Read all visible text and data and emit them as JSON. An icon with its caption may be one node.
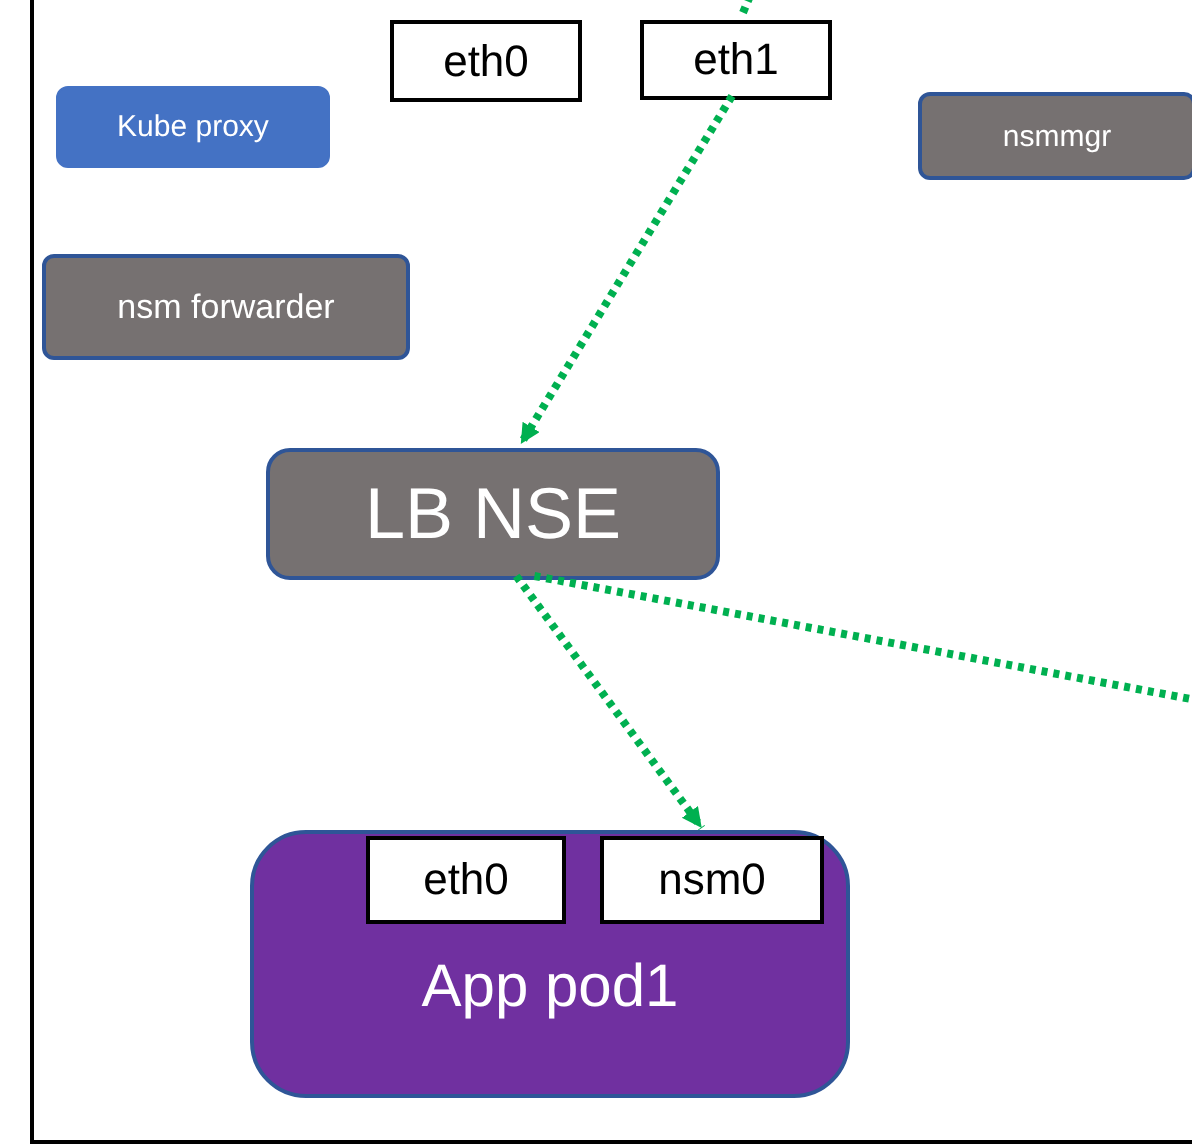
{
  "diagram": {
    "nodes": [
      {
        "text": [],
        "shape": "box"
      },
      {
        "text": [
          "eth0"
        ],
        "in": 0
      },
      {
        "text": [
          "eth1"
        ],
        "in": 0
      },
      {
        "text": [
          "Kube proxy"
        ],
        "in": 0
      },
      {
        "text": [
          "nsmmgr"
        ],
        "in": 0
      },
      {
        "text": [
          "nsm forwarder"
        ],
        "in": 0
      },
      {
        "text": [
          "LB NSE"
        ],
        "in": 0
      },
      {
        "text": [
          "App pod1"
        ],
        "in": 0
      },
      {
        "text": [
          "eth0"
        ],
        "in": 7
      },
      {
        "text": [
          "nsm0"
        ],
        "in": 7
      }
    ],
    "edges": [
      {
        "from": null,
        "to": 2,
        "arrow": "none",
        "color": "#00b050"
      },
      {
        "from": 2,
        "to": 6,
        "arrow": "to",
        "color": "#00b050"
      },
      {
        "from": 6,
        "to": 9,
        "arrow": "to",
        "color": "#00b050"
      },
      {
        "from": 6,
        "to": null,
        "arrow": "none",
        "color": "#00b050"
      }
    ]
  }
}
